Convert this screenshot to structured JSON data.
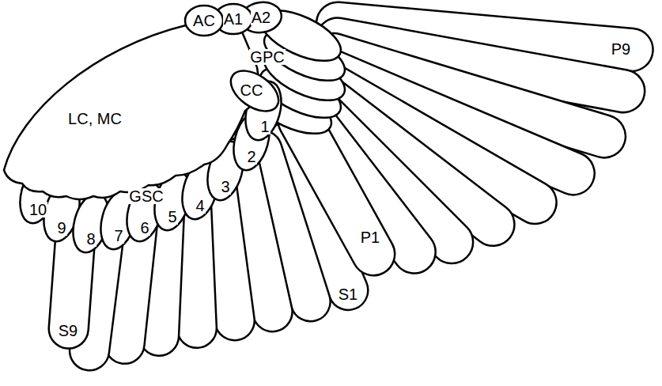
{
  "diagram": {
    "labels": [
      "AC",
      "A1",
      "A2",
      "GPC",
      "CC",
      "LC, MC",
      "1",
      "2",
      "3",
      "4",
      "5",
      "6",
      "7",
      "8",
      "9",
      "10",
      "GSC",
      "S9",
      "S1",
      "P1",
      "P9"
    ]
  }
}
